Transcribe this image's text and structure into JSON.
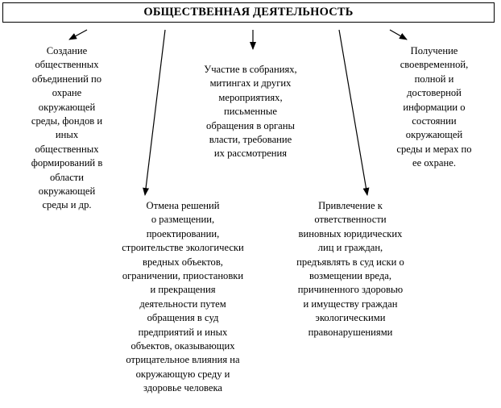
{
  "title": "ОБЩЕСТВЕННАЯ ДЕЯТЕЛЬНОСТЬ",
  "nodes": {
    "n1": "Создание\nобщественных\nобъединений по\nохране\nокружающей\nсреды, фондов и\nиных\nобщественных\nформирований в\nобласти\nокружающей\nсреды и др.",
    "n2": "Участие в собраниях,\nмитингах и других\nмероприятиях,\nписьменные\nобращения в органы\nвласти, требование\nих рассмотрения",
    "n3": "Получение\nсвоевременной,\nполной и\nдостоверной\nинформации о\nсостоянии\nокружающей\nсреды и мерах по\nее охране.",
    "n4": "Отмена решений\nо размещении,\nпроектировании,\nстроительстве экологически\nвредных объектов,\nограничении, приостановки\nи прекращения\nдеятельности  путем\nобращения в суд\nпредприятий и иных\nобъектов, оказывающих\nотрицательное влияния на\nокружающую среду и\nздоровье человека",
    "n5": "Привлечение к\nответственности\nвиновных юридических\nлиц и граждан,\nпредъявлять в суд иски о\nвозмещении вреда,\nпричиненного здоровью\nи имуществу граждан\nэкологическими\nправонарушениями"
  },
  "colors": {
    "line": "#000000",
    "background": "#ffffff"
  }
}
